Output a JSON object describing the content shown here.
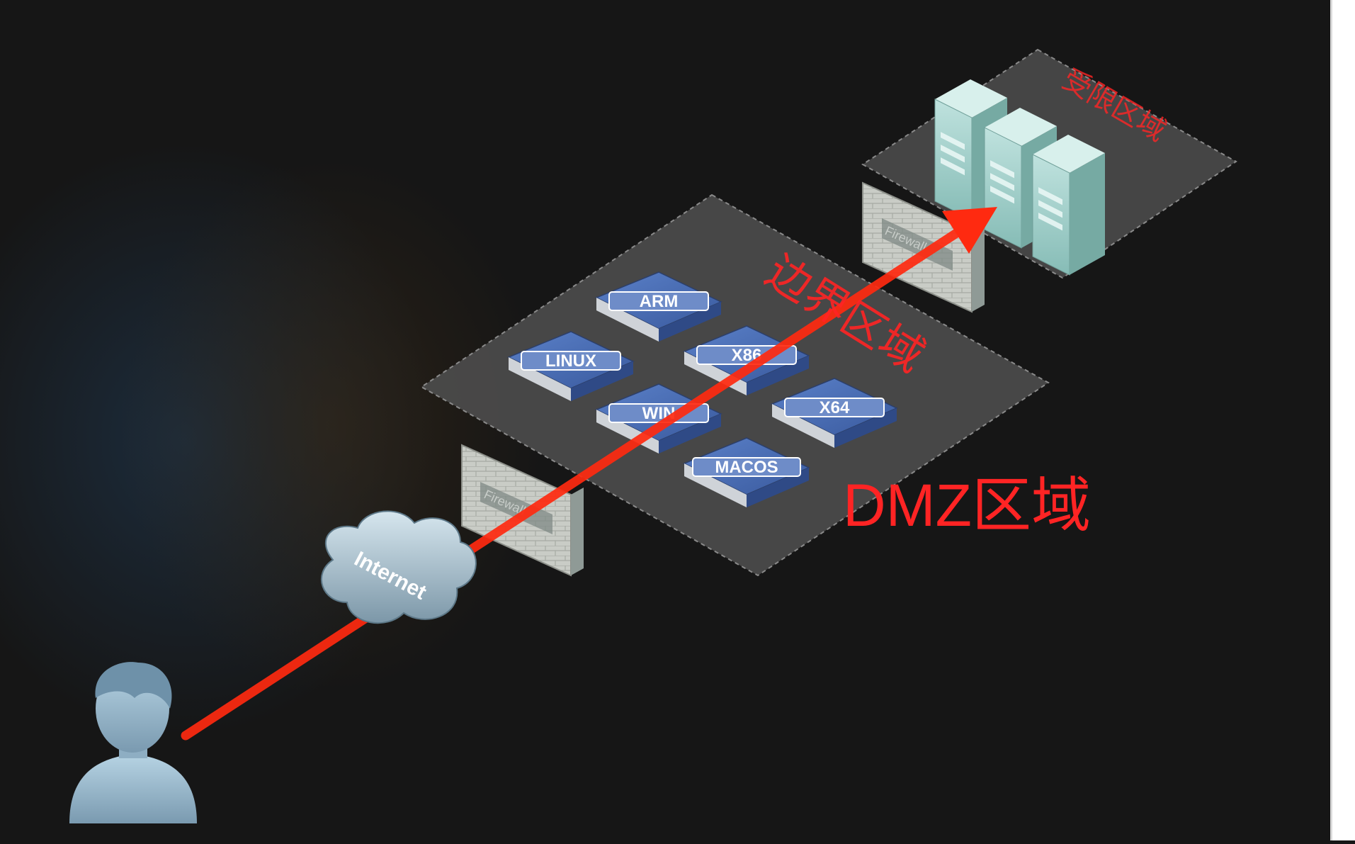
{
  "zones": {
    "restricted_label": "受限区域",
    "border_label": "边界区域",
    "dmz_label": "DMZ区域"
  },
  "servers": [
    {
      "label": "ARM"
    },
    {
      "label": "LINUX"
    },
    {
      "label": "X86"
    },
    {
      "label": "WIN"
    },
    {
      "label": "X64"
    },
    {
      "label": "MACOS"
    }
  ],
  "firewall_label": "Firewall",
  "cloud_label": "Internet",
  "icons": {
    "user": "user-icon",
    "cloud": "cloud-icon",
    "firewall": "firewall-icon",
    "server": "server-icon",
    "db_server": "tower-server-icon"
  },
  "colors": {
    "attack_path": "#ff2a10",
    "zone_label": "#ff2424",
    "server_blue": "#3f61a8",
    "tower_teal": "#9ed0cc",
    "background": "#161616"
  }
}
